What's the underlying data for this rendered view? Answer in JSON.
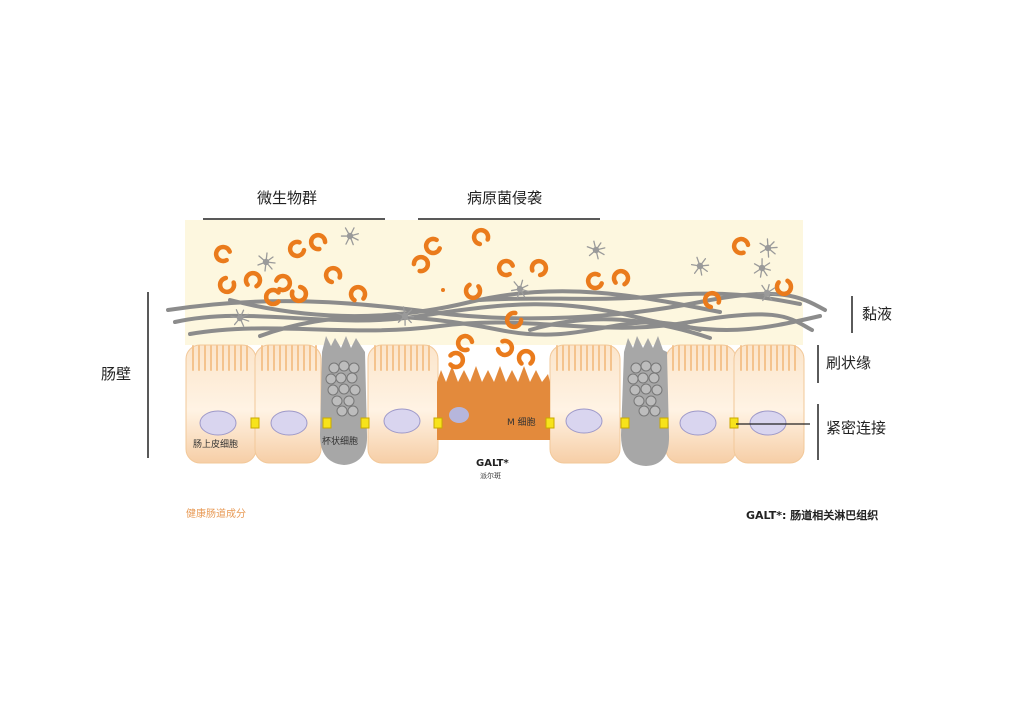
{
  "labels": {
    "microbiota": "微生物群",
    "pathogen_invasion": "病原菌侵袭",
    "mucus": "黏液",
    "brush_border": "刷状缘",
    "tight_junction": "紧密连接",
    "intestinal_wall": "肠壁",
    "enterocyte": "肠上皮细胞",
    "goblet_cell": "杯状细胞",
    "m_cell": "M 细胞",
    "galt": "GALT*",
    "peyer_patch": "派尔斑",
    "healthy_components": "健康肠道成分",
    "galt_definition": "GALT*: 肠道相关淋巴组织"
  },
  "colors": {
    "mucus_background": "#fdf7df",
    "enterocyte_fill": "#f7d4ae",
    "nucleus_fill": "#d9d5ef",
    "goblet_fill": "#a7a7a7",
    "m_cell_fill": "#e38a3c",
    "bacteria_orange": "#ea7b1c",
    "pathogen_grey": "#9a9a9a",
    "mucus_fiber": "#8c8c8c",
    "tight_junction": "#f7e31b",
    "note_orange": "#e89a55"
  },
  "icons": [
    "orange-bacterium-icon",
    "grey-pathogen-icon"
  ]
}
